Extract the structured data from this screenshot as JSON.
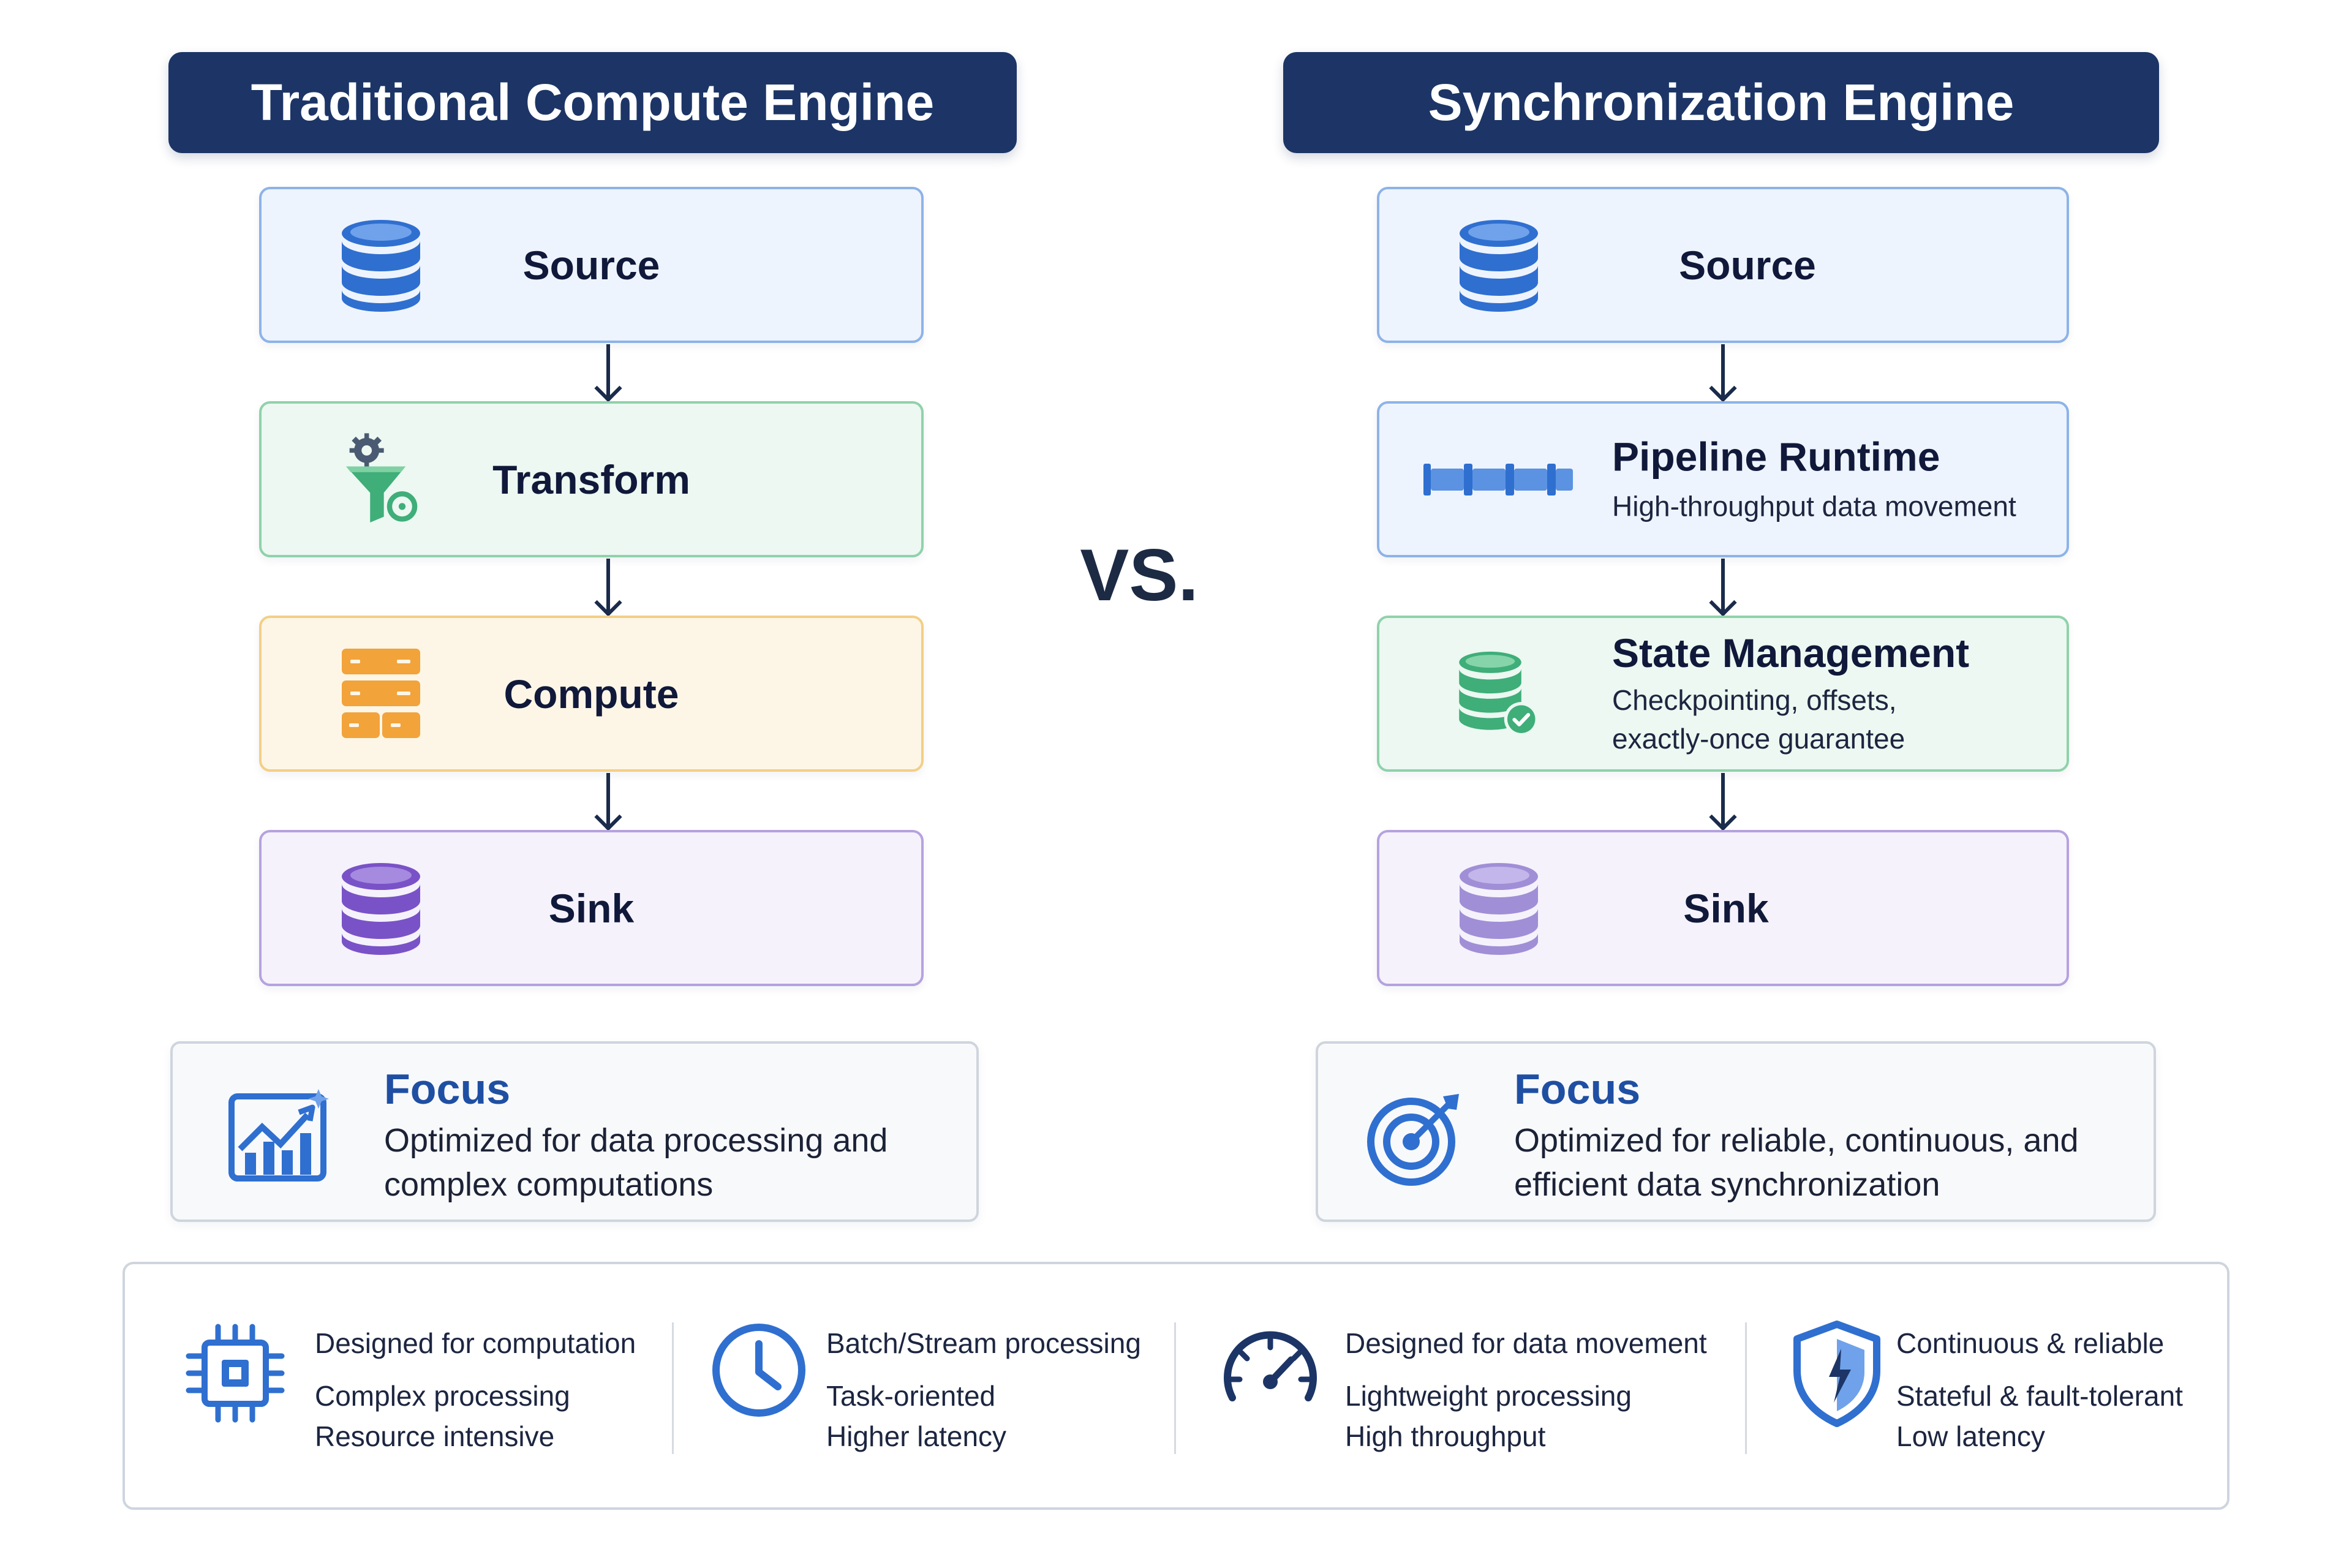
{
  "left": {
    "header": "Traditional Compute Engine",
    "stages": [
      {
        "title": "Source",
        "icon": "database-icon",
        "color": "#2f6fd0"
      },
      {
        "title": "Transform",
        "icon": "gear-funnel-icon",
        "color": "#3fae79"
      },
      {
        "title": "Compute",
        "icon": "server-stack-icon",
        "color": "#f2a33a"
      },
      {
        "title": "Sink",
        "icon": "database-icon",
        "color": "#7a52c7"
      }
    ],
    "focus": {
      "title": "Focus",
      "text": "Optimized for data processing and complex computations",
      "icon": "analytics-chart-icon"
    }
  },
  "vs_label": "VS.",
  "right": {
    "header": "Synchronization Engine",
    "stages": [
      {
        "title": "Source",
        "icon": "database-icon",
        "color": "#2f6fd0"
      },
      {
        "title": "Pipeline Runtime",
        "subtitle": "High-throughput data movement",
        "icon": "pipeline-icon",
        "color": "#2f6fd0"
      },
      {
        "title": "State Management",
        "subtitle_lines": [
          "Checkpointing, offsets,",
          "exactly-once guarantee"
        ],
        "icon": "database-check-icon",
        "color": "#3fae79"
      },
      {
        "title": "Sink",
        "icon": "database-icon",
        "color": "#a08fd6"
      }
    ],
    "focus": {
      "title": "Focus",
      "text": "Optimized for reliable, continuous, and efficient data synchronization",
      "icon": "target-icon"
    }
  },
  "summary": [
    {
      "heading": "Designed for computation",
      "line1": "Complex processing",
      "line2": "Resource intensive",
      "icon": "cpu-chip-icon"
    },
    {
      "heading": "Batch/Stream processing",
      "line1": "Task-oriented",
      "line2": "Higher latency",
      "icon": "clock-icon"
    },
    {
      "heading": "Designed for data movement",
      "line1": "Lightweight processing",
      "line2": "High throughput",
      "icon": "speedometer-icon"
    },
    {
      "heading": "Continuous & reliable",
      "line1": "Stateful & fault-tolerant",
      "line2": "Low latency",
      "icon": "shield-icon"
    }
  ]
}
